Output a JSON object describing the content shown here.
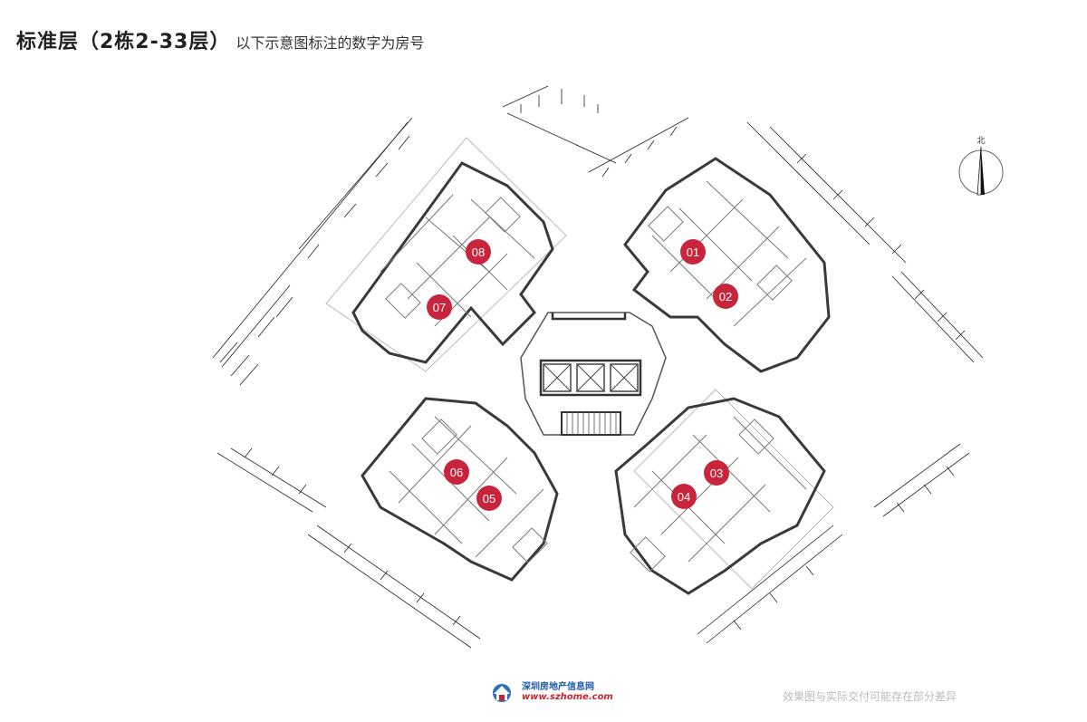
{
  "header": {
    "title": "标准层（2栋2-33层）",
    "subtitle": "以下示意图标注的数字为房号"
  },
  "units": [
    {
      "label": "01"
    },
    {
      "label": "02"
    },
    {
      "label": "03"
    },
    {
      "label": "04"
    },
    {
      "label": "05"
    },
    {
      "label": "06"
    },
    {
      "label": "07"
    },
    {
      "label": "08"
    }
  ],
  "compass": {
    "label": "北"
  },
  "footer": {
    "disclaimer": "效果图与实际交付可能存在部分差异",
    "logo_cn": "深圳房地产信息网",
    "logo_en": "www.szhome.com"
  },
  "colors": {
    "marker": "#c8253c",
    "wall": "#3a3a3a",
    "dim": "#222222"
  }
}
